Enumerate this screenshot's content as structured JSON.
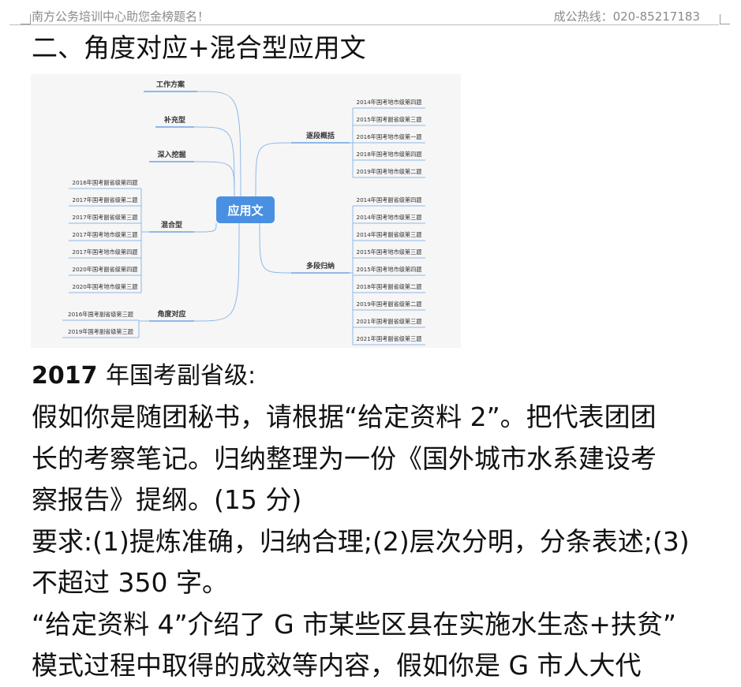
{
  "header": {
    "left": "南方公务培训中心助您金榜题名！",
    "right": "成公热线：020-85217183"
  },
  "heading": "二、角度对应+混合型应用文",
  "mindmap": {
    "center": "应用文",
    "left_branches": [
      "工作方案",
      "补充型",
      "深入挖掘",
      "混合型",
      "角度对应"
    ],
    "hybrid_items": [
      "2016年国考副省级第四题",
      "2017年国考副省级第二题",
      "2017年国考副省级第三题",
      "2017年国考地市级第三题",
      "2017年国考地市级第四题",
      "2020年国考副省级第四题",
      "2020年国考地市级第三题"
    ],
    "angle_items": [
      "2016年国考副省级第三题",
      "2019年国考副省级第三题"
    ],
    "right_branches": [
      "逐段概括",
      "多段归纳"
    ],
    "segment_items": [
      "2014年国考地市级第四题",
      "2015年国考副省级第三题",
      "2016年国考地市级第一题",
      "2018年国考地市级第四题",
      "2019年国考地市级第二题"
    ],
    "multi_items": [
      "2014年国考副省级第四题",
      "2014年国考地市级第三题",
      "2014年国考副省级第三题",
      "2015年国考地市级第三题",
      "2015年国考地市级第四题",
      "2018年国考副省级第二题",
      "2019年国考副省级第二题",
      "2021年国考副省级第三题",
      "2021年国考副省级第三题"
    ],
    "colors": {
      "accent": "#4a90e2",
      "line": "#8fb8e8",
      "text": "#333333",
      "bg": "#f6f6f6"
    }
  },
  "body": {
    "exam_year": "2017",
    "exam_title": "年国考副省级:",
    "p1": [
      "假如你是随团秘书，请根据“给定资料 2”。把代表团团",
      "长的考察笔记。归纳整理为一份《国外城市水系建设考",
      "察报告》提纲。(15 分)"
    ],
    "p2": [
      "要求:(1)提炼准确，归纳合理;(2)层次分明，分条表述;(3)",
      "不超过 350 字。"
    ],
    "p3": [
      "“给定资料 4”介绍了 G 市某些区县在实施水生态+扶贫”",
      "模式过程中取得的成效等内容，假如你是 G 市人大代"
    ]
  }
}
